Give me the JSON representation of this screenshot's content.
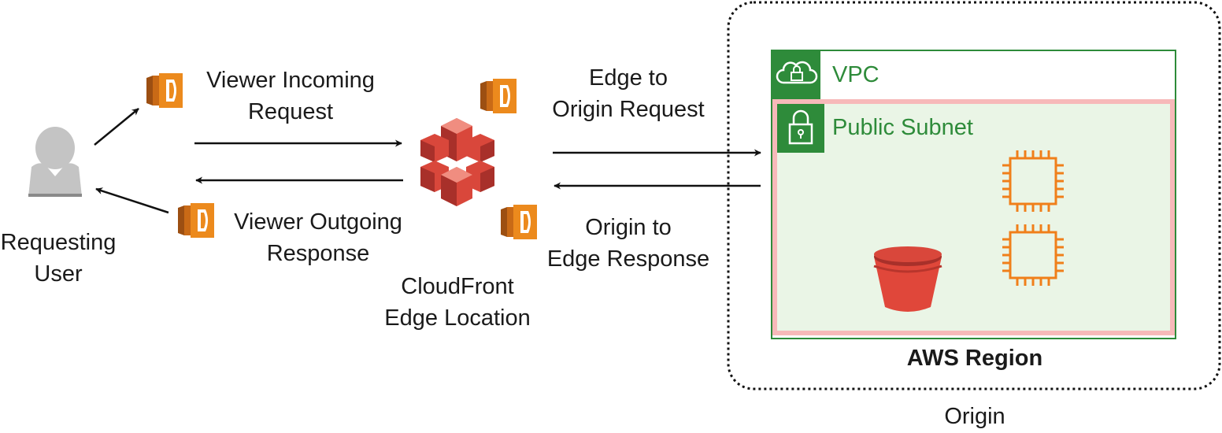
{
  "user": {
    "label_line1": "Requesting",
    "label_line2": "User"
  },
  "flows": {
    "viewer_request": {
      "line1": "Viewer Incoming",
      "line2": "Request"
    },
    "viewer_response": {
      "line1": "Viewer Outgoing",
      "line2": "Response"
    },
    "origin_request": {
      "line1": "Edge to",
      "line2": "Origin Request"
    },
    "origin_response": {
      "line1": "Origin to",
      "line2": "Edge Response"
    }
  },
  "edge": {
    "label_line1": "CloudFront",
    "label_line2": "Edge Location"
  },
  "region": {
    "vpc_label": "VPC",
    "subnet_label": "Public Subnet",
    "region_label": "AWS Region"
  },
  "origin_label": "Origin",
  "icons": {
    "lambda": "lambda-function-icon",
    "cloudfront": "cloudfront-icon",
    "user": "user-icon",
    "cloud_lock": "cloud-lock-icon",
    "padlock": "padlock-icon",
    "ec2": "ec2-instance-icon",
    "s3": "s3-bucket-icon"
  },
  "colors": {
    "lambda_orange": "#e8821a",
    "aws_red": "#d9473b",
    "vpc_green": "#2e8b3a",
    "subnet_pink": "#f7b9b9",
    "subnet_fill": "#eaf5e6",
    "user_gray": "#c4c4c4"
  }
}
